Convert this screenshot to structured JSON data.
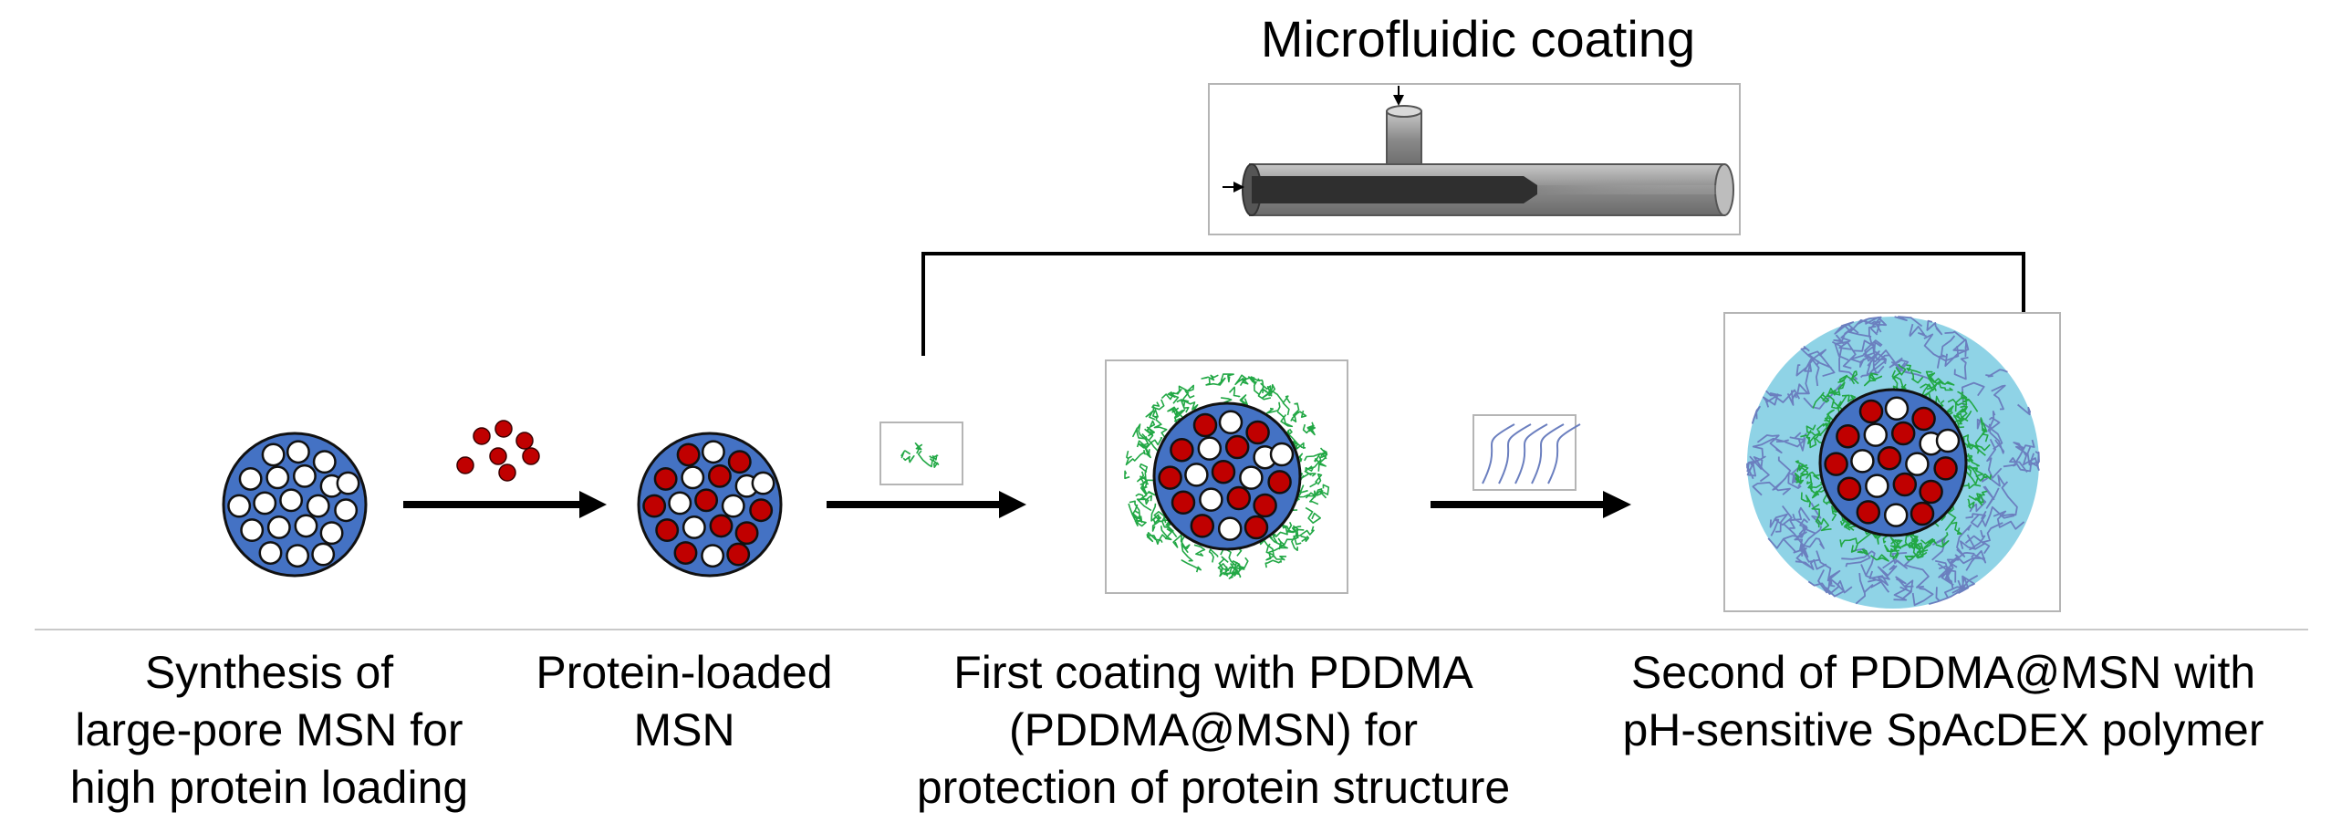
{
  "title": "Microfluidic coating",
  "steps": [
    {
      "caption": "Synthesis of\nlarge-pore MSN for\nhigh protein loading"
    },
    {
      "caption": "Protein-loaded\nMSN"
    },
    {
      "caption": "First coating with PDDMA\n(PDDMA@MSN) for\nprotection of protein structure"
    },
    {
      "caption": "Second of PDDMA@MSN with\npH-sensitive SpAcDEX polymer"
    }
  ],
  "colors": {
    "particle_blue": "#4472c4",
    "protein_red": "#c00000",
    "pdd_green": "#22a845",
    "spacdex_cyan": "#8fd3e6",
    "spacdex_strand": "#6b7fbf"
  }
}
